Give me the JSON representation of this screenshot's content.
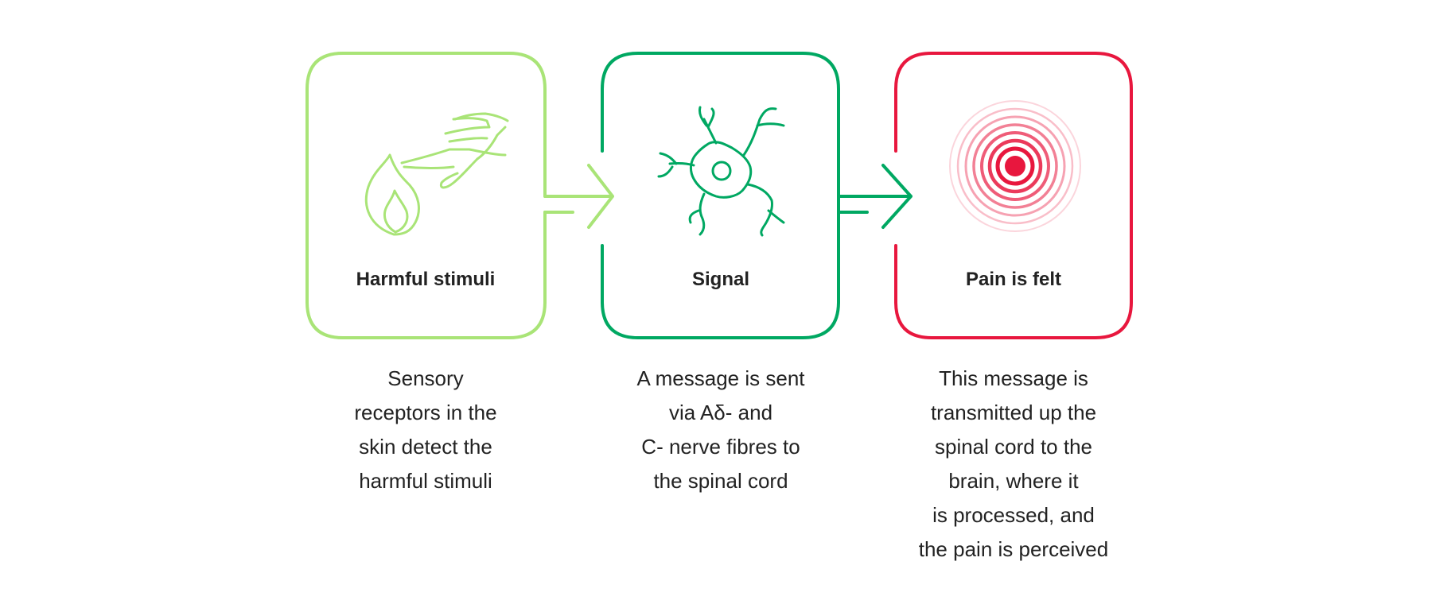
{
  "colors": {
    "light_green": "#A9E477",
    "green": "#00A862",
    "red": "#E8173E",
    "text": "#222222"
  },
  "steps": [
    {
      "title": "Harmful stimuli",
      "description": "Sensory\nreceptors in the\nskin detect the\nharmful stimuli",
      "icon": "flame-and-hand-icon",
      "color": "#A9E477"
    },
    {
      "title": "Signal",
      "description": "A message is sent\nvia Aδ- and\nC- nerve fibres to\nthe spinal cord",
      "icon": "neuron-icon",
      "color": "#00A862"
    },
    {
      "title": "Pain is felt",
      "description": "This message is\ntransmitted up the\nspinal cord to the\nbrain, where it\nis processed, and\nthe pain is perceived",
      "icon": "pain-target-icon",
      "color": "#E8173E"
    }
  ]
}
